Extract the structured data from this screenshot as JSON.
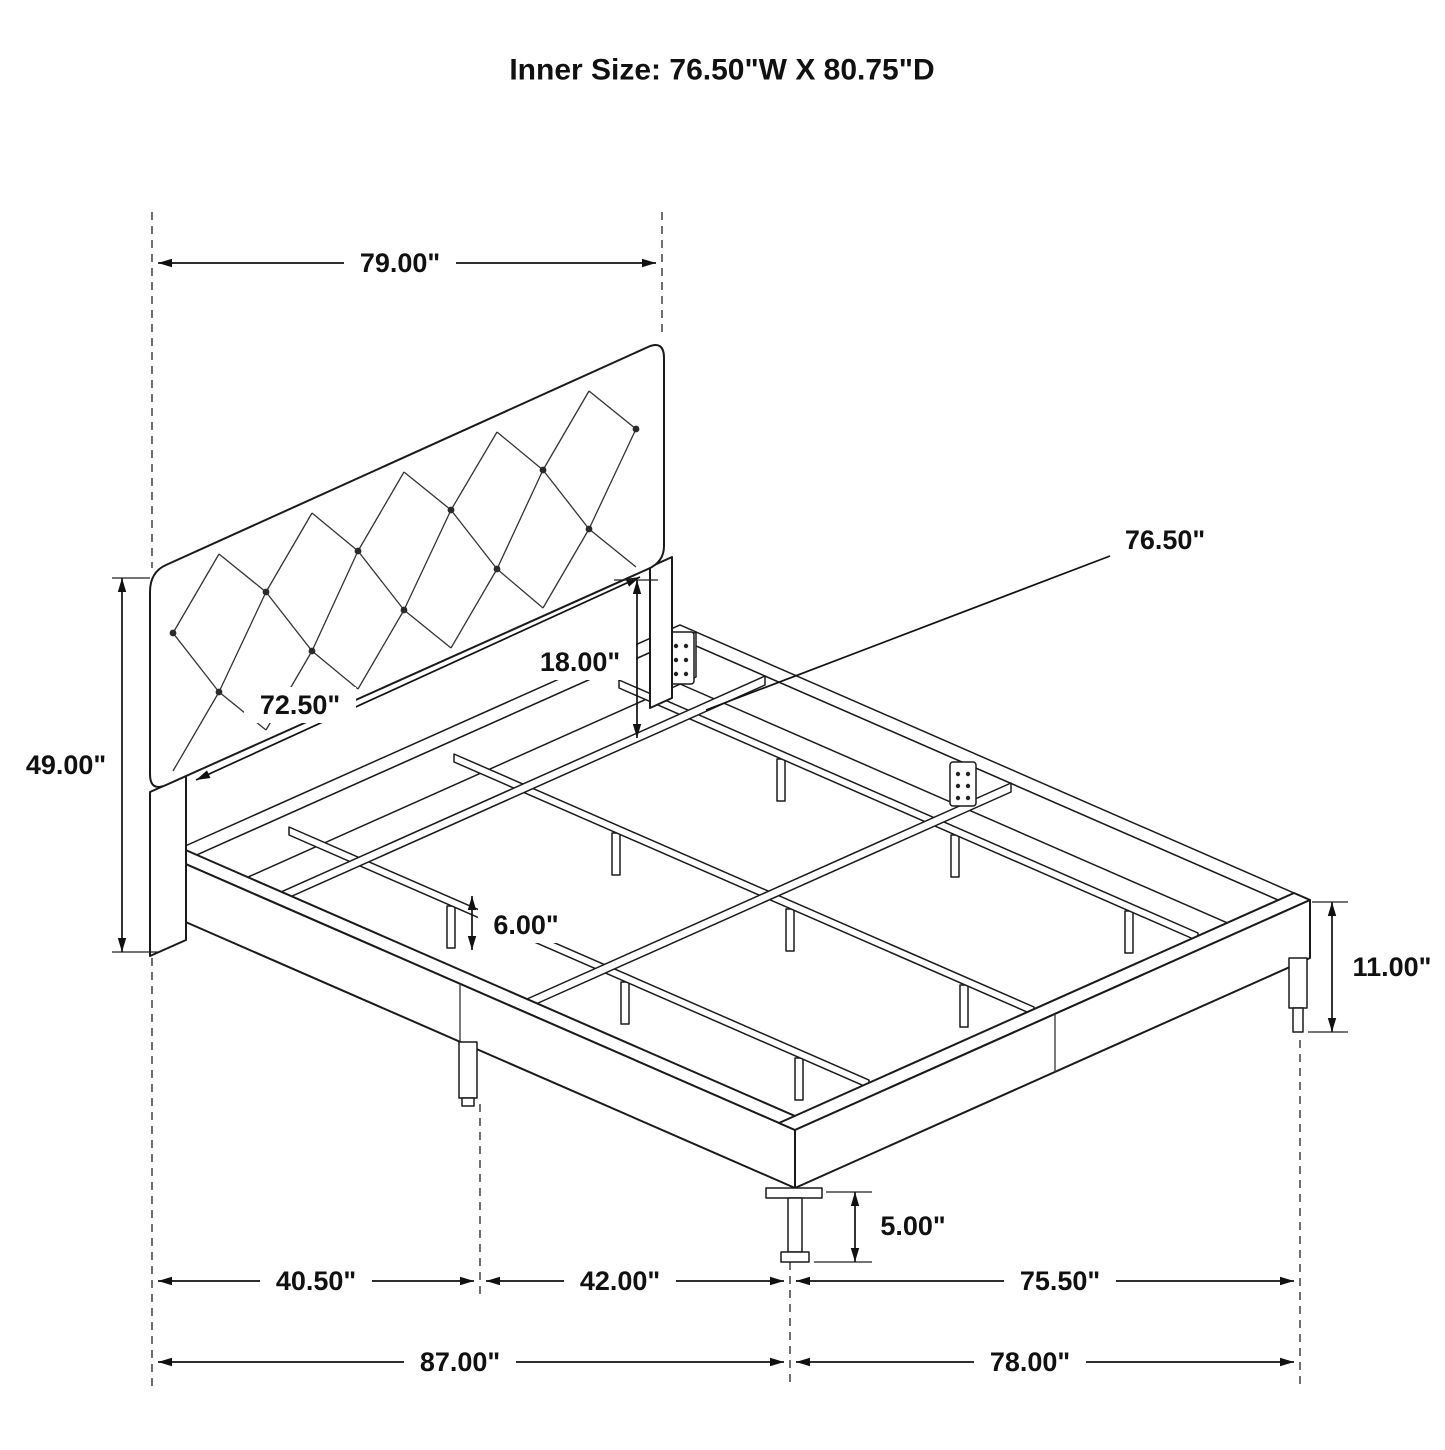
{
  "title": "Inner Size: 76.50\"W X 80.75\"D",
  "dims": {
    "headboard_width": "79.00\"",
    "headboard_height": "49.00\"",
    "headboard_panel_width": "72.50\"",
    "headboard_panel_to_slat": "18.00\"",
    "slat_length": "76.50\"",
    "support_leg_height": "6.00\"",
    "rail_height": "11.00\"",
    "front_leg_height": "5.00\"",
    "span_left": "40.50\"",
    "span_middle": "42.00\"",
    "span_right": "75.50\"",
    "overall_depth": "87.00\"",
    "overall_width": "78.00\""
  }
}
